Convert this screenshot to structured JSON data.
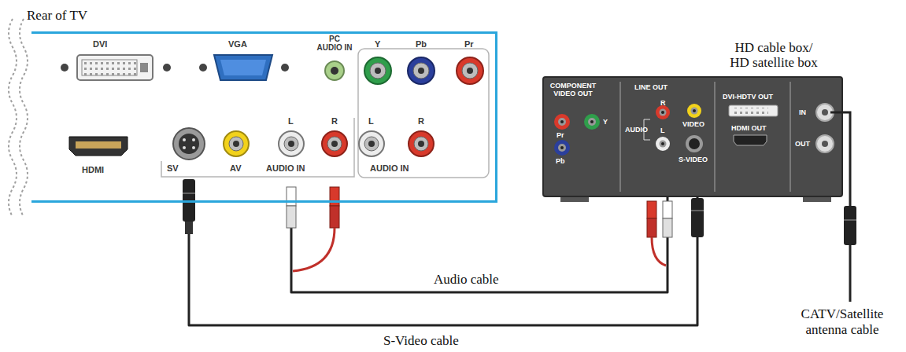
{
  "diagram": {
    "nodes": [
      {
        "text": [
          "Rear of TV"
        ]
      },
      {
        "text": [
          "HD cable box/ HD satellite box"
        ]
      }
    ],
    "edges": [
      {
        "from": 0,
        "to": 1,
        "arrow": "none",
        "label": "Audio cable"
      },
      {
        "from": 0,
        "to": 1,
        "arrow": "none",
        "label": "S-Video cable"
      }
    ],
    "labels": [
      "DVI",
      "VGA",
      "PC AUDIO IN",
      "Y",
      "Pb",
      "Pr",
      "HDMI",
      "SV",
      "AV",
      "L",
      "R",
      "AUDIO IN",
      "L",
      "R",
      "AUDIO IN",
      "COMPONENT VIDEO OUT",
      "LINE OUT",
      "Pr",
      "Y",
      "Pb",
      "R",
      "AUDIO",
      "L",
      "VIDEO",
      "S-VIDEO",
      "DVI-HDTV OUT",
      "HDMI OUT",
      "IN",
      "OUT",
      "CATV/Satellite antenna cable"
    ]
  }
}
